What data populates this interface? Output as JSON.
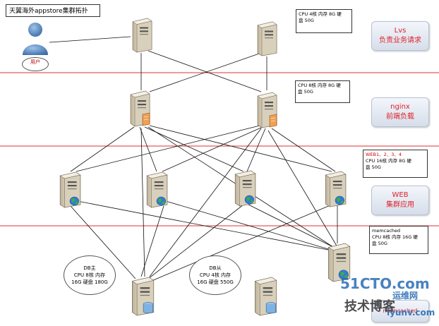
{
  "title": "天翼海外appstore集群拓扑",
  "user_label": "用户",
  "notes": {
    "lvs": [
      "CPU 4核 内存 8G 硬",
      "盘 50G"
    ],
    "nginx": [
      "CPU 8核 内存 8G 硬",
      "盘 50G"
    ],
    "web_title": "WEB1、2、3、4",
    "web": [
      "CPU 16核 内存 8G 硬",
      "盘 50G"
    ],
    "mem_title": "memcached",
    "mem": [
      "CPU 8核 内存 16G 硬",
      "盘 50G"
    ]
  },
  "layers": {
    "lvs": [
      "Lvs",
      "负责业务请求"
    ],
    "nginx": [
      "nginx",
      "前端负载"
    ],
    "web": [
      "WEB",
      "集群应用"
    ],
    "memcached": [
      "memcached"
    ]
  },
  "db_master": [
    "DB主",
    "CPU 8核 内存",
    "16G 硬盘 180G"
  ],
  "db_slave": [
    "DB从",
    "CPU 4核 内存",
    "16G 硬盘 550G"
  ],
  "watermark": {
    "site1": "51CTO.com",
    "slogan": "技术博客",
    "site2_cn": "运维网",
    "site2_url": "iyunv.com"
  },
  "colors": {
    "divider": "#e03030",
    "layer_text": "#e0202a",
    "watermark": "#2a6db5"
  }
}
